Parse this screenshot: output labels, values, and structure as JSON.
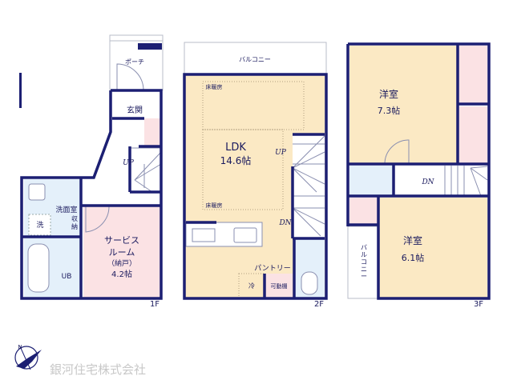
{
  "colors": {
    "wall": "#1c1f73",
    "living": "#fbe9c4",
    "storage": "#fbe2e4",
    "wet": "#e4f0fa",
    "logo_text": "#c8c8c8"
  },
  "floor1": {
    "label": "1F",
    "porch": "ポーチ",
    "entrance": "玄関",
    "stairs": "UP",
    "washroom": "洗面室",
    "washer": "洗",
    "storage": [
      "収",
      "納"
    ],
    "bath": "UB",
    "service_room": {
      "name_line1": "サービス",
      "name_line2": "ルーム",
      "note": "（納戸）",
      "size": "4.2帖"
    }
  },
  "floor2": {
    "label": "2F",
    "balcony": "バルコニー",
    "ldk": {
      "name": "LDK",
      "size": "14.6帖"
    },
    "floor_heating": [
      "床暖房",
      "床暖房"
    ],
    "stairs_up": "UP",
    "stairs_down": "DN",
    "fridge": "冷",
    "pantry": "パントリー",
    "shelf": "可動棚"
  },
  "floor3": {
    "label": "3F",
    "room1": {
      "name": "洋室",
      "size": "7.3帖"
    },
    "room2": {
      "name": "洋室",
      "size": "6.1帖"
    },
    "stairs_down": "DN",
    "balcony": [
      "バ",
      "ル",
      "コ",
      "ニ",
      "ー"
    ]
  },
  "footer": {
    "company": "銀河住宅株式会社",
    "compass": "N"
  }
}
